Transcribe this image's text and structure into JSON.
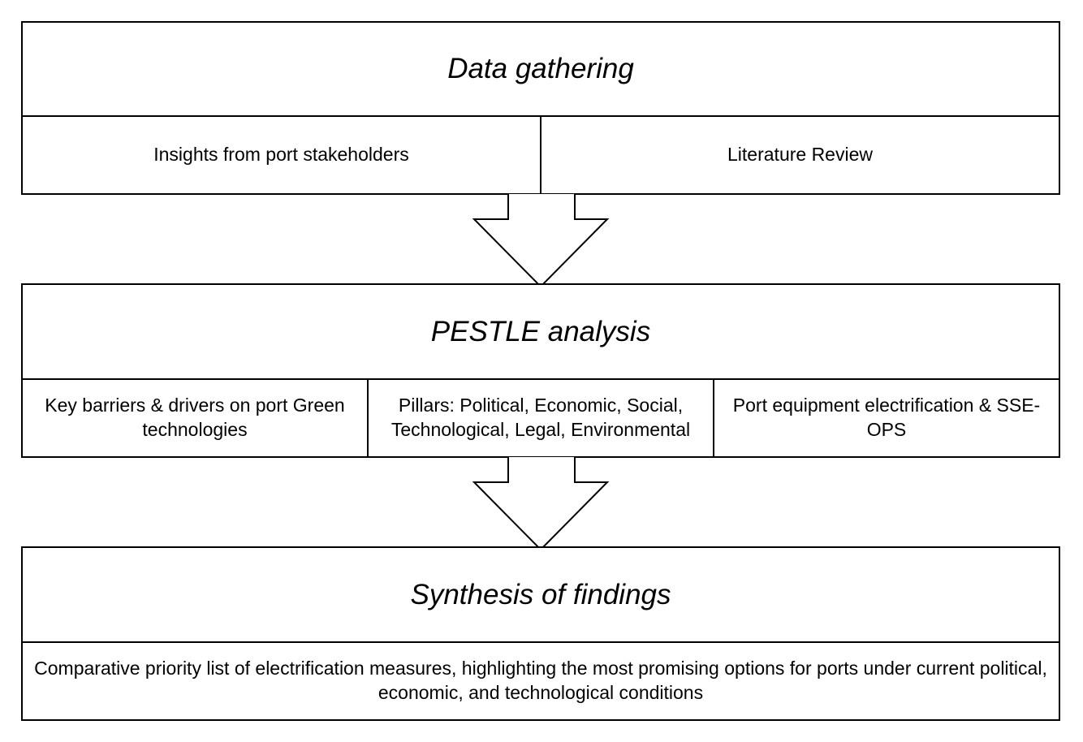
{
  "stage1": {
    "title": "Data gathering",
    "items": [
      "Insights from port stakeholders",
      "Literature Review"
    ]
  },
  "stage2": {
    "title": "PESTLE analysis",
    "items": [
      "Key barriers & drivers on port Green technologies",
      "Pillars: Political, Economic, Social, Technological, Legal, Environmental",
      "Port equipment electrification & SSE-OPS"
    ]
  },
  "stage3": {
    "title": "Synthesis of findings",
    "items": [
      "Comparative priority list of electrification measures, highlighting the most promising options for ports under current political, economic, and technological conditions"
    ]
  }
}
